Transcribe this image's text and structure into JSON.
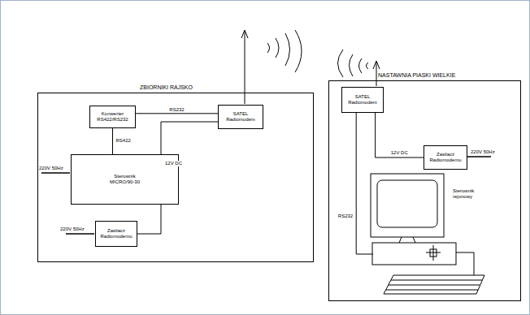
{
  "diagram": {
    "nodes": [
      {
        "text": [
          "ZBIORNIKI RAJSKO"
        ]
      },
      {
        "text": [
          "Konwerter RS422/RS232"
        ],
        "in": 0
      },
      {
        "text": [
          "SATEL Radiomodem"
        ],
        "in": 0
      },
      {
        "text": [
          "Sterownik MICRO/90-30"
        ],
        "in": 0
      },
      {
        "text": [
          "Zasilacz Radiomodemu"
        ],
        "in": 0
      },
      {
        "text": [
          "NASTAWNIA PIASKI WIELKIE"
        ]
      },
      {
        "text": [
          "SATEL Radiomodem"
        ],
        "in": 5
      },
      {
        "text": [
          "Zasilacz Radiomodemu"
        ],
        "in": 5
      },
      {
        "text": [
          "Sterownik rejonowy"
        ],
        "in": 5
      }
    ],
    "edges": [
      {
        "from": 1,
        "to": 2,
        "arrow": "none",
        "label": "RS232"
      },
      {
        "from": 1,
        "to": 3,
        "arrow": "none",
        "label": "RS422"
      },
      {
        "from": 4,
        "to": 2,
        "arrow": "none",
        "label": "12V DC"
      },
      {
        "from": 6,
        "to": 7,
        "arrow": "none",
        "label": "12V DC"
      },
      {
        "from": 6,
        "to": 8,
        "arrow": "none",
        "label": "RS232"
      }
    ],
    "labels": [
      "220V 50Hz",
      "220V 50Hz",
      "220V 50Hz"
    ]
  }
}
